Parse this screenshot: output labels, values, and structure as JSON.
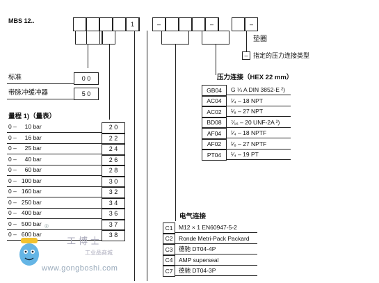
{
  "header": {
    "code": "MBS 12.."
  },
  "code_boxes": [
    "",
    "",
    "",
    "",
    "1",
    "–",
    "",
    "",
    "",
    "–",
    "",
    "–"
  ],
  "seal": {
    "title": "垫圈",
    "box": "–",
    "desc": "指定的压力连接类型"
  },
  "pulse": {
    "rows": [
      {
        "label": "标准",
        "code": "0 0"
      },
      {
        "label": "带脉冲缓冲器",
        "code": "5 0"
      }
    ]
  },
  "range": {
    "title": "量程 1)（量表）",
    "rows": [
      {
        "label": "0 –     10 bar",
        "code": "2 0"
      },
      {
        "label": "0 –     16 bar",
        "code": "2 2"
      },
      {
        "label": "0 –     25 bar",
        "code": "2 4"
      },
      {
        "label": "0 –     40 bar",
        "code": "2 6"
      },
      {
        "label": "0 –     60 bar",
        "code": "2 8"
      },
      {
        "label": "0 –   100 bar",
        "code": "3 0"
      },
      {
        "label": "0 –   160 bar",
        "code": "3 2"
      },
      {
        "label": "0 –   250 bar",
        "code": "3 4"
      },
      {
        "label": "0 –   400 bar",
        "code": "3 6"
      },
      {
        "label": "0 –   500 bar",
        "code": "3 7"
      },
      {
        "label": "0 –   600 bar",
        "code": "3 8"
      }
    ]
  },
  "pressure": {
    "title": "压力连接（HEX 22 mm）",
    "rows": [
      {
        "code": "GB04",
        "desc": "G ¼ A DIN 3852-E ²)"
      },
      {
        "code": "AC04",
        "desc": "¹⁄₄ – 18 NPT"
      },
      {
        "code": "AC02",
        "desc": "¹⁄₈ – 27 NPT"
      },
      {
        "code": "BD08",
        "desc": "⁷⁄₁₆ – 20 UNF-2A ²)"
      },
      {
        "code": "AF04",
        "desc": "¹⁄₄ – 18 NPTF"
      },
      {
        "code": "AF02",
        "desc": "¹⁄₈ – 27 NPTF"
      },
      {
        "code": "PT04",
        "desc": "¹⁄₄ – 19 PT"
      }
    ]
  },
  "electrical": {
    "title": "电气连接",
    "rows": [
      {
        "code": "C1",
        "desc": "M12 × 1 EN60947-5-2"
      },
      {
        "code": "C2",
        "desc": "Ronde Metri-Pack Packard"
      },
      {
        "code": "C3",
        "desc": "德驰 DT04-4P"
      },
      {
        "code": "C4",
        "desc": "AMP superseal"
      },
      {
        "code": "C7",
        "desc": "德驰 DT04-3P"
      }
    ]
  },
  "watermark": {
    "brand": "工博士",
    "sub": "工业品商城",
    "url": "www.gongboshi.com",
    "reg": "®"
  }
}
